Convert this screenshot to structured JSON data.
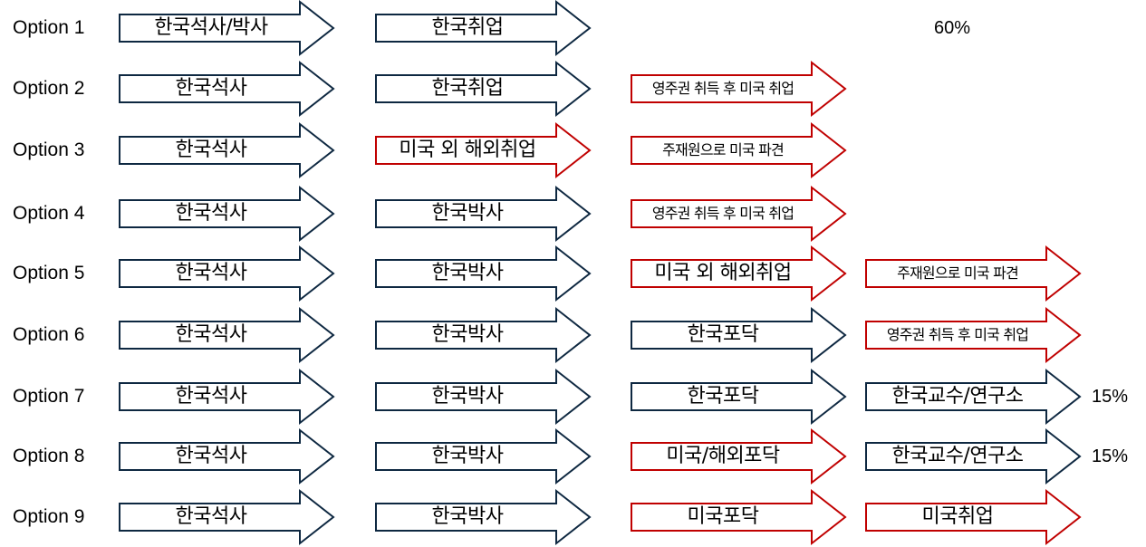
{
  "colors": {
    "dark": "#0e2841",
    "red": "#c00000"
  },
  "rows": [
    {
      "label": "Option 1",
      "steps": [
        {
          "text": "한국석사/박사",
          "color": "dark",
          "size": "big"
        },
        {
          "text": "한국취업",
          "color": "dark",
          "size": "big"
        }
      ],
      "percent": "60%"
    },
    {
      "label": "Option 2",
      "steps": [
        {
          "text": "한국석사",
          "color": "dark",
          "size": "big"
        },
        {
          "text": "한국취업",
          "color": "dark",
          "size": "big"
        },
        {
          "text": "영주권 취득 후 미국 취업",
          "color": "red",
          "size": "small"
        }
      ]
    },
    {
      "label": "Option 3",
      "steps": [
        {
          "text": "한국석사",
          "color": "dark",
          "size": "big"
        },
        {
          "text": "미국 외 해외취업",
          "color": "red",
          "size": "big"
        },
        {
          "text": "주재원으로 미국 파견",
          "color": "red",
          "size": "small"
        }
      ]
    },
    {
      "label": "Option 4",
      "steps": [
        {
          "text": "한국석사",
          "color": "dark",
          "size": "big"
        },
        {
          "text": "한국박사",
          "color": "dark",
          "size": "big"
        },
        {
          "text": "영주권 취득 후 미국 취업",
          "color": "red",
          "size": "small"
        }
      ]
    },
    {
      "label": "Option 5",
      "steps": [
        {
          "text": "한국석사",
          "color": "dark",
          "size": "big"
        },
        {
          "text": "한국박사",
          "color": "dark",
          "size": "big"
        },
        {
          "text": "미국 외 해외취업",
          "color": "red",
          "size": "big"
        },
        {
          "text": "주재원으로 미국 파견",
          "color": "red",
          "size": "small"
        }
      ]
    },
    {
      "label": "Option 6",
      "steps": [
        {
          "text": "한국석사",
          "color": "dark",
          "size": "big"
        },
        {
          "text": "한국박사",
          "color": "dark",
          "size": "big"
        },
        {
          "text": "한국포닥",
          "color": "dark",
          "size": "big"
        },
        {
          "text": "영주권 취득 후 미국 취업",
          "color": "red",
          "size": "small"
        }
      ]
    },
    {
      "label": "Option 7",
      "steps": [
        {
          "text": "한국석사",
          "color": "dark",
          "size": "big"
        },
        {
          "text": "한국박사",
          "color": "dark",
          "size": "big"
        },
        {
          "text": "한국포닥",
          "color": "dark",
          "size": "big"
        },
        {
          "text": "한국교수/연구소",
          "color": "dark",
          "size": "big"
        }
      ],
      "percent": "15%"
    },
    {
      "label": "Option 8",
      "steps": [
        {
          "text": "한국석사",
          "color": "dark",
          "size": "big"
        },
        {
          "text": "한국박사",
          "color": "dark",
          "size": "big"
        },
        {
          "text": "미국/해외포닥",
          "color": "red",
          "size": "big"
        },
        {
          "text": "한국교수/연구소",
          "color": "dark",
          "size": "big"
        }
      ],
      "percent": "15%"
    },
    {
      "label": "Option 9",
      "steps": [
        {
          "text": "한국석사",
          "color": "dark",
          "size": "big"
        },
        {
          "text": "한국박사",
          "color": "dark",
          "size": "big"
        },
        {
          "text": "미국포닥",
          "color": "red",
          "size": "big"
        },
        {
          "text": "미국취업",
          "color": "red",
          "size": "big"
        }
      ]
    }
  ]
}
